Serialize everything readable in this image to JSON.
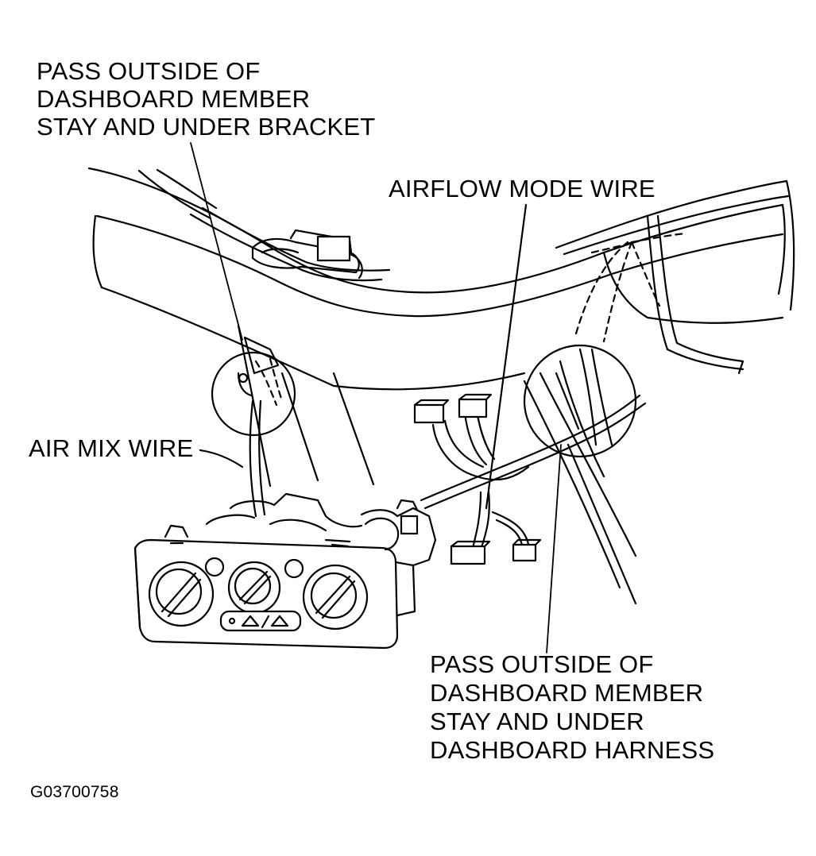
{
  "callouts": {
    "pass_outside_bracket": [
      "PASS OUTSIDE OF",
      "DASHBOARD MEMBER",
      "STAY AND UNDER BRACKET"
    ],
    "airflow_mode_wire": "AIRFLOW MODE WIRE",
    "air_mix_wire": "AIR MIX WIRE",
    "pass_outside_harness": [
      "PASS OUTSIDE OF",
      "DASHBOARD MEMBER",
      "STAY AND UNDER",
      "DASHBOARD HARNESS"
    ]
  },
  "figure_code": "G03700758",
  "colors": {
    "ink": "#000000",
    "paper": "#ffffff"
  }
}
